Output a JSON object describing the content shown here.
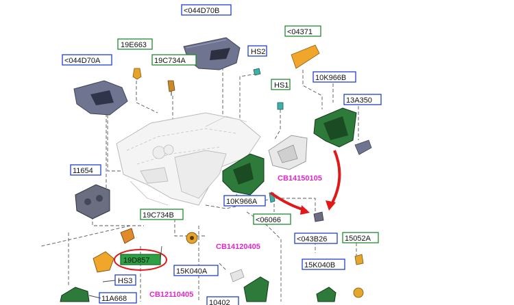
{
  "labels": {
    "l044D70B": "<044D70B",
    "l04371": "<04371",
    "l19E663": "19E663",
    "lHS2": "HS2",
    "l044D70A": "<044D70A",
    "l19C734A": "19C734A",
    "lHS1": "HS1",
    "l10K966B": "10K966B",
    "l13A350": "13A350",
    "l11654": "11654",
    "lCB14150105": "CB14150105",
    "l10K966A": "10K966A",
    "l06066": "<06066",
    "l19C734B": "19C734B",
    "l043B26": "<043B26",
    "l15052A": "15052A",
    "lCB14120405": "CB14120405",
    "l19D857": "19D857",
    "l15K040A": "15K040A",
    "l15K040B": "15K040B",
    "lHS3": "HS3",
    "l11A668": "11A668",
    "lCB12110405": "CB12110405",
    "l10402": "10402"
  },
  "colors": {
    "label_blue_border": "#1b3fd1",
    "label_green_border": "#1d8a2b",
    "callout_red": "#e01818",
    "ref_magenta": "#e026c9",
    "bezel_green": "#2d7a3a",
    "trim_grey_blue": "#6f7590",
    "part_orange": "#f0a52b"
  }
}
